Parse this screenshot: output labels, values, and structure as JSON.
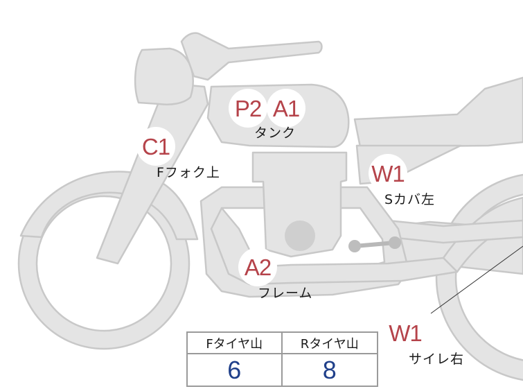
{
  "colors": {
    "body_fill": "#e4e4e4",
    "body_stroke": "#c8c8c8",
    "marker_text": "#b5434a",
    "value_text": "#1f3f8a",
    "table_border": "#9a9a9a"
  },
  "markers": [
    {
      "id": "p2",
      "code": "P2"
    },
    {
      "id": "a1",
      "code": "A1"
    },
    {
      "id": "c1",
      "code": "C1"
    },
    {
      "id": "w1-cover",
      "code": "W1"
    },
    {
      "id": "a2",
      "code": "A2"
    },
    {
      "id": "w1-silencer",
      "code": "W1"
    }
  ],
  "labels": {
    "tank": "タンク",
    "front_fork_upper": "Fフォク上",
    "side_cover_left": "Sカバ左",
    "frame": "フレーム",
    "silencer_right": "サイレ右"
  },
  "tyre_table": {
    "front_header": "Fタイヤ山",
    "rear_header": "Rタイヤ山",
    "front_value": "6",
    "rear_value": "8"
  }
}
